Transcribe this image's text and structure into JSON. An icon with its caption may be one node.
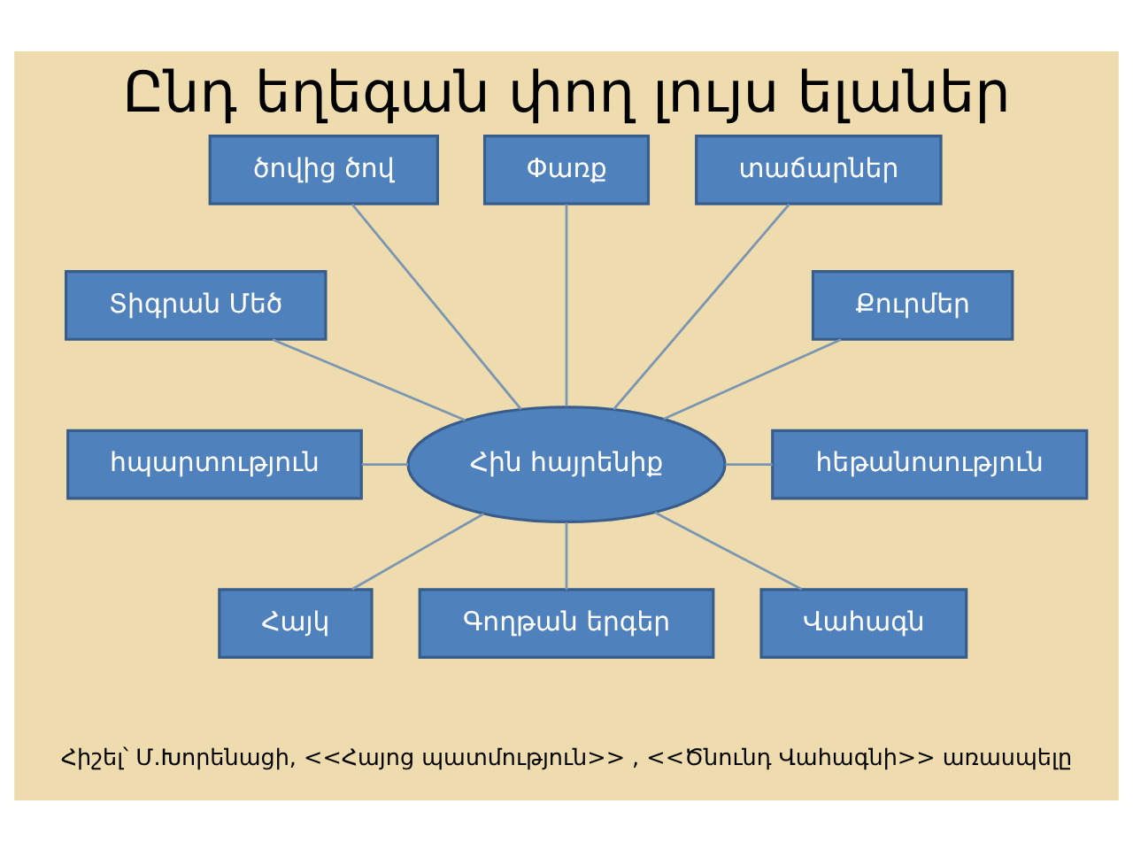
{
  "diagram": {
    "title": "Ընդ եղեգան փող լույս ելաներ",
    "nodes": [
      {
        "text": [
          "ծովից ծով"
        ]
      },
      {
        "text": [
          "Փառք"
        ]
      },
      {
        "text": [
          "տաճարներ"
        ]
      },
      {
        "text": [
          "Տիգրան Մեծ"
        ]
      },
      {
        "text": [
          "Քուրմեր"
        ]
      },
      {
        "text": [
          "Հին հայրենիք"
        ]
      },
      {
        "text": [
          "հպարտություն"
        ]
      },
      {
        "text": [
          "հեթանոսություն"
        ]
      },
      {
        "text": [
          "Հայկ"
        ]
      },
      {
        "text": [
          "Գողթան երգեր"
        ]
      },
      {
        "text": [
          "Վահագն"
        ]
      }
    ],
    "edges": [
      {
        "from": 3,
        "to": 5,
        "arrow": "none"
      },
      {
        "from": 0,
        "to": 5,
        "arrow": "none"
      },
      {
        "from": 1,
        "to": 5,
        "arrow": "none"
      },
      {
        "from": 2,
        "to": 5,
        "arrow": "none"
      },
      {
        "from": 4,
        "to": 5,
        "arrow": "none"
      },
      {
        "from": 6,
        "to": 5,
        "arrow": "none"
      },
      {
        "from": 5,
        "to": 7,
        "arrow": "none"
      },
      {
        "from": 5,
        "to": 8,
        "arrow": "none"
      },
      {
        "from": 5,
        "to": 9,
        "arrow": "none"
      },
      {
        "from": 5,
        "to": 10,
        "arrow": "none"
      }
    ],
    "labels": [
      "Հիշել՝ Մ.Խորենացի, <<Հայոց պատմություն>> , <<Ծնունդ Վահագնի>> առասպելը"
    ]
  }
}
